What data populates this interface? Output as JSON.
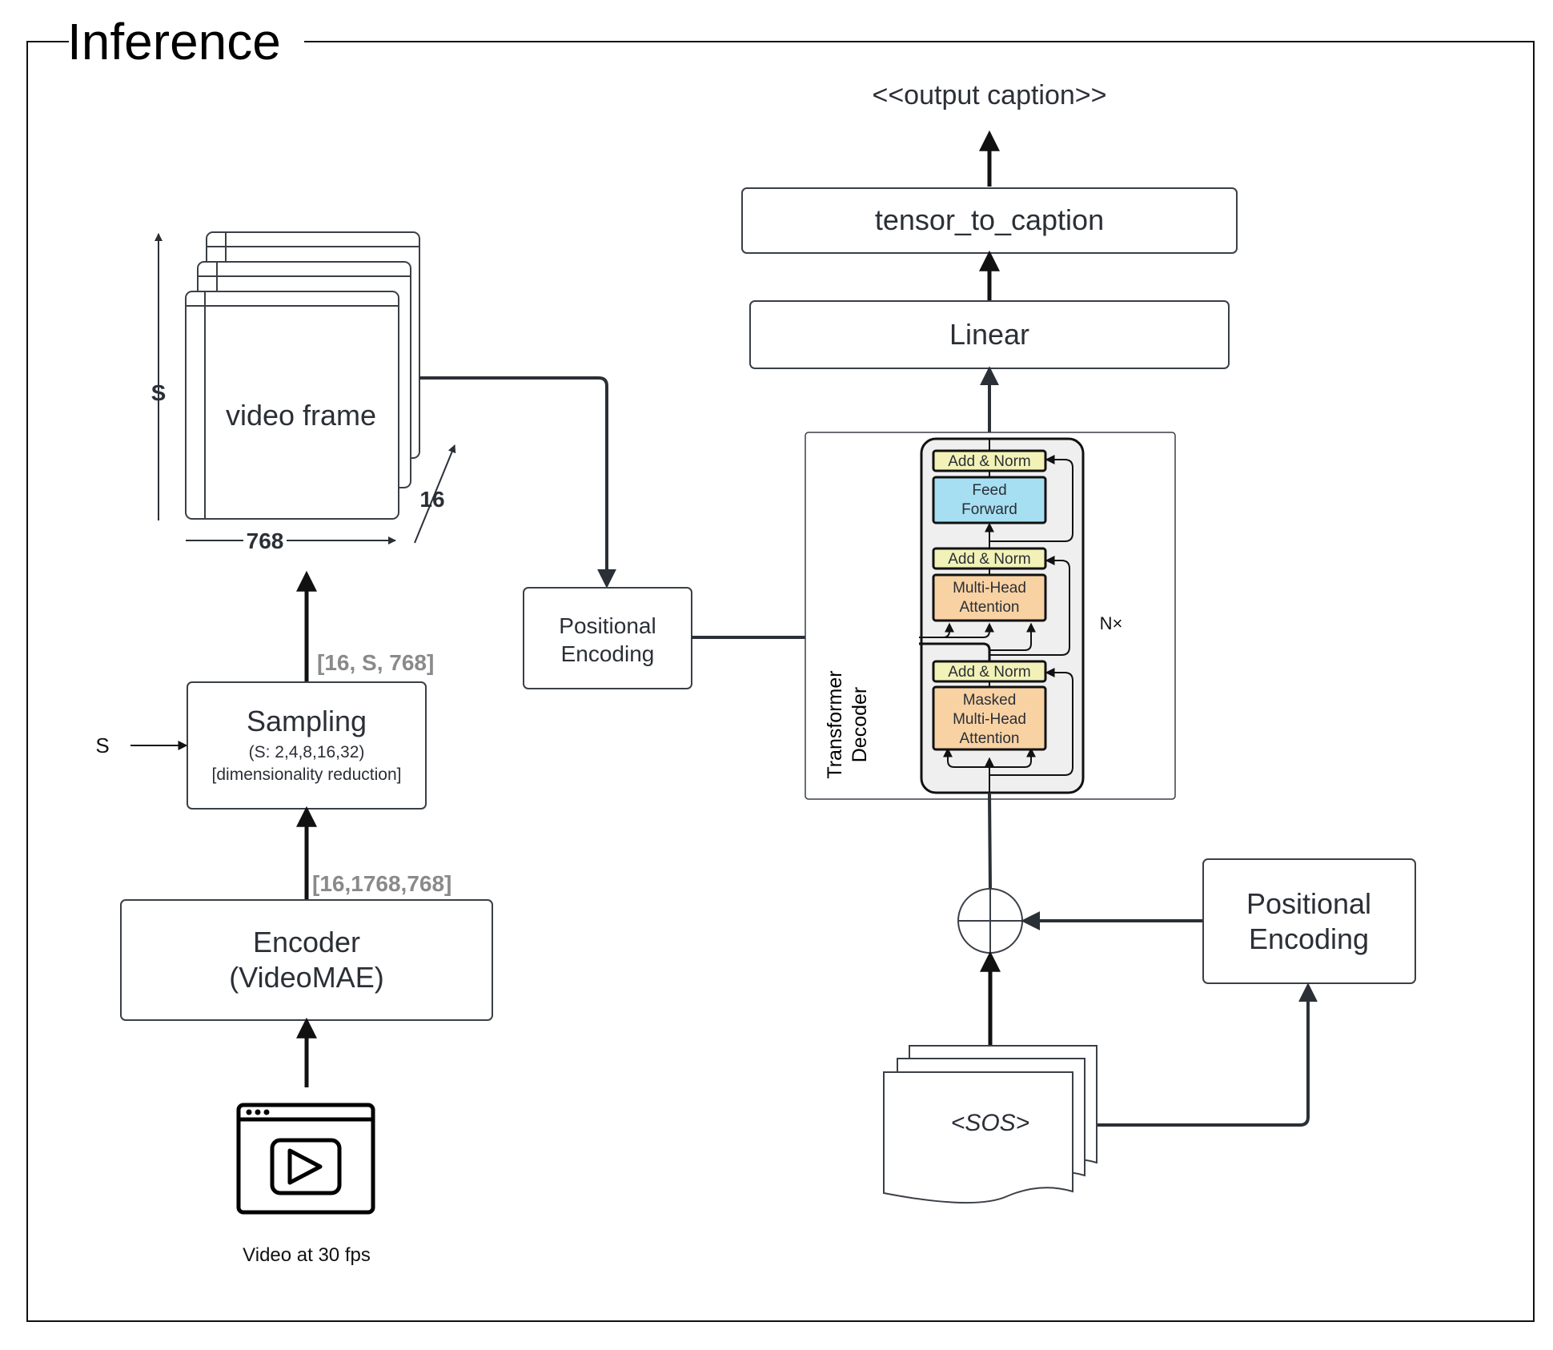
{
  "title": "Inference",
  "output_caption": "<<output caption>>",
  "tensor_to_caption": "tensor_to_caption",
  "linear": "Linear",
  "video_frame": {
    "label": "video frame",
    "s_label": "S",
    "width_label": "768",
    "depth_label": "16"
  },
  "sampling": {
    "title": "Sampling",
    "options": "(S: 2,4,8,16,32)",
    "note": "[dimensionality reduction]",
    "input_label": "S",
    "output_shape": "[16, S, 768]"
  },
  "encoder": {
    "line1": "Encoder",
    "line2": "(VideoMAE)",
    "output_shape": "[16,1768,768]"
  },
  "video_input_label": "Video at 30 fps",
  "positional_encoding_left": {
    "line1": "Positional",
    "line2": "Encoding"
  },
  "positional_encoding_right": {
    "line1": "Positional",
    "line2": "Encoding"
  },
  "decoder": {
    "side_label_1": "Transformer",
    "side_label_2": "Decoder",
    "repeat_label": "N×",
    "add_norm": "Add & Norm",
    "feed_forward_1": "Feed",
    "feed_forward_2": "Forward",
    "mha_1": "Multi-Head",
    "mha_2": "Attention",
    "masked_1": "Masked",
    "masked_2": "Multi-Head",
    "masked_3": "Attention"
  },
  "sos_token": "<SOS>",
  "colors": {
    "line": "#2b2f36",
    "box_border": "#3a3f47",
    "shape_gray": "#7f7f7f",
    "add_norm_fill": "#f2f2b8",
    "feed_forward_fill": "#a6dff2",
    "attention_fill": "#f9d2a4",
    "decoder_inner_fill": "#efefef"
  }
}
